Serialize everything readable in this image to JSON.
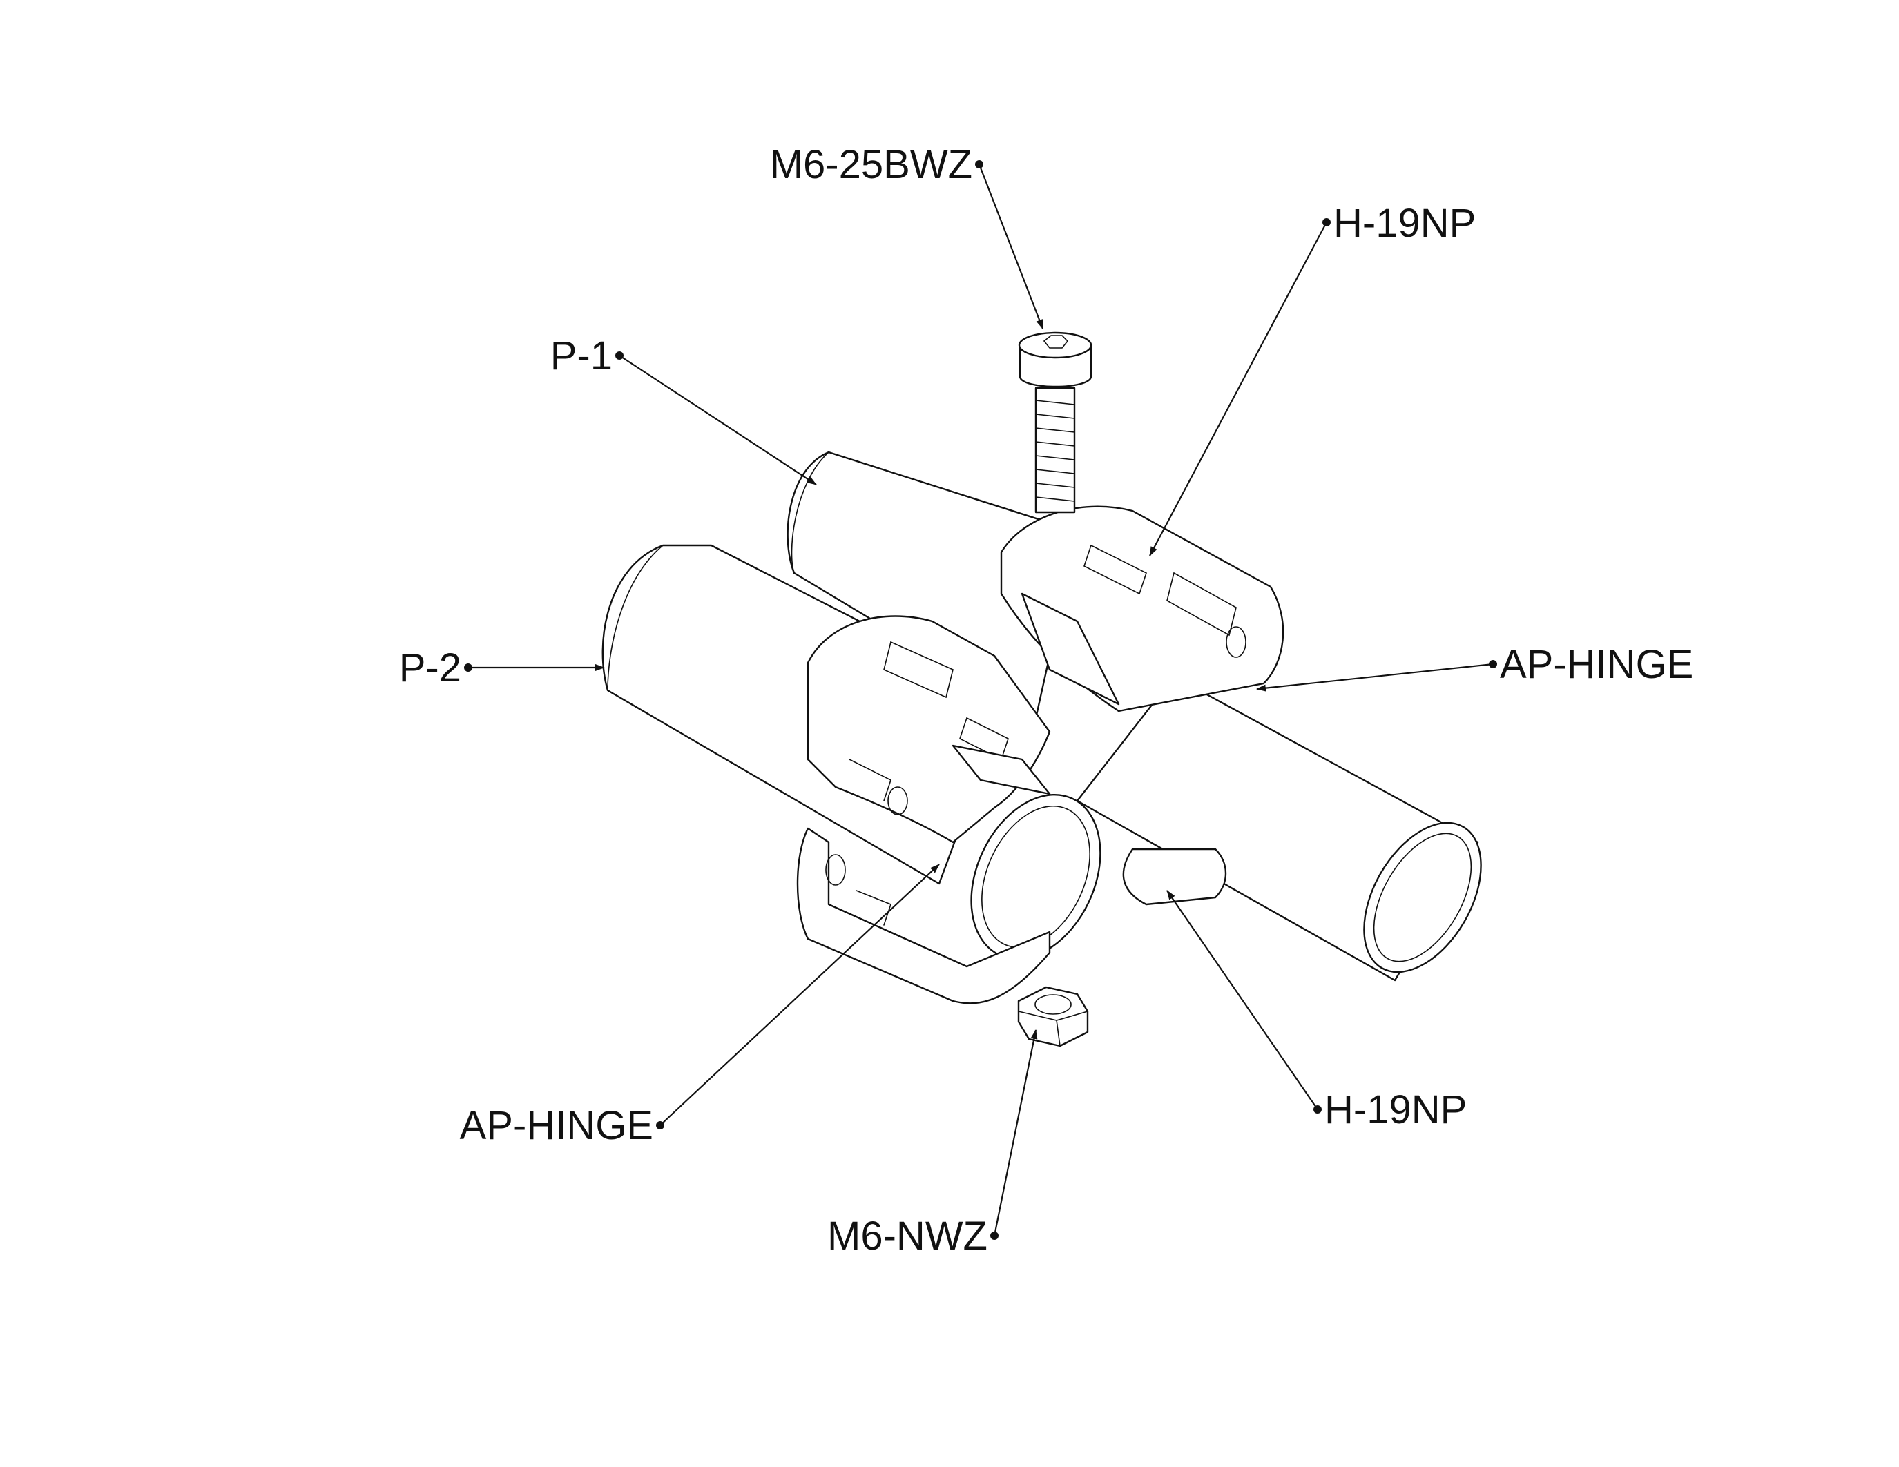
{
  "diagram": {
    "type": "exploded assembly drawing",
    "callouts": {
      "bolt": "M6-25BWZ",
      "hinge_upper": "H-19NP",
      "pipe_1": "P-1",
      "pipe_2": "P-2",
      "ap_hinge_right": "AP-HINGE",
      "ap_hinge_left": "AP-HINGE",
      "hinge_lower": "H-19NP",
      "nut": "M6-NWZ"
    },
    "colors": {
      "line": "#111111",
      "background": "#ffffff"
    }
  }
}
